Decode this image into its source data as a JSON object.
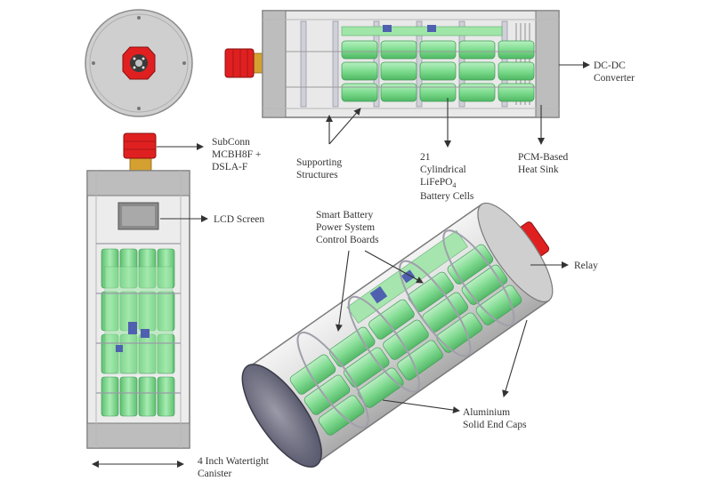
{
  "labels": {
    "dcdc_1": "DC-DC",
    "dcdc_2": "Converter",
    "subconn_1": "SubConn",
    "subconn_2": "MCBH8F +",
    "subconn_3": "DSLA-F",
    "supporting_1": "Supporting",
    "supporting_2": "Structures",
    "cells_1": "21",
    "cells_2": "Cylindrical",
    "cells_3": "LiFePO",
    "cells_3_sub": "4",
    "cells_4": "Battery Cells",
    "pcm_1": "PCM-Based",
    "pcm_2": "Heat Sink",
    "lcd": "LCD Screen",
    "smart_1": "Smart Battery",
    "smart_2": "Power System",
    "smart_3": "Control Boards",
    "relay": "Relay",
    "alu_1": "Aluminium",
    "alu_2": "Solid End Caps",
    "canister_1": "4 Inch Watertight",
    "canister_2": "Canister"
  },
  "colors": {
    "cell_green": "#7ddc8e",
    "board_green": "#9fe6a8",
    "connector_red": "#e02020",
    "housing_gray": "#c8c8c8",
    "endcap_dark": "#6e6e7e",
    "chip_blue": "#5060b0"
  }
}
